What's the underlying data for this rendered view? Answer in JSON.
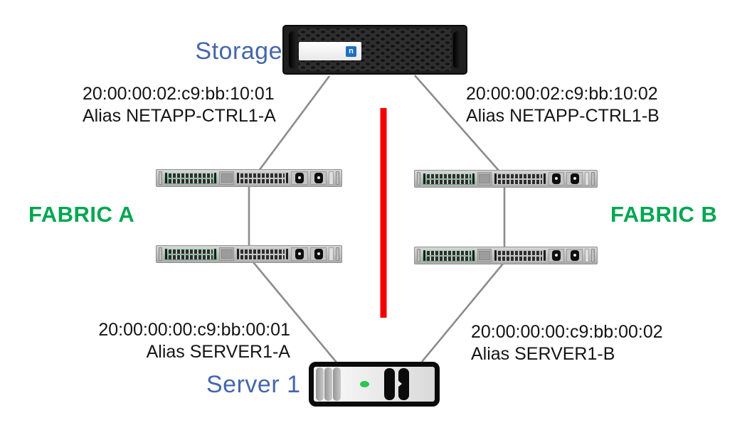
{
  "diagram": {
    "labels": {
      "storage": "Storage",
      "server": "Server 1",
      "fabric_a": "FABRIC A",
      "fabric_b": "FABRIC B"
    },
    "annotations": {
      "storage_a": {
        "wwpn": "20:00:00:02:c9:bb:10:01",
        "alias": "Alias NETAPP-CTRL1-A"
      },
      "storage_b": {
        "wwpn": "20:00:00:02:c9:bb:10:02",
        "alias": "Alias NETAPP-CTRL1-B"
      },
      "server_a": {
        "wwpn": "20:00:00:00:c9:bb:00:01",
        "alias": "Alias SERVER1-A"
      },
      "server_b": {
        "wwpn": "20:00:00:00:c9:bb:00:02",
        "alias": "Alias SERVER1-B"
      }
    },
    "icons": {
      "storage": "netapp-storage-array-image",
      "logo": "netapp-logo",
      "switch": "fc-switch-1u-image",
      "server": "rack-server-1u-image",
      "divider": "red-fabric-divider-line"
    },
    "connections": [
      {
        "from": "storage",
        "to": "fabric-a-switch-1"
      },
      {
        "from": "storage",
        "to": "fabric-b-switch-1"
      },
      {
        "from": "fabric-a-switch-1",
        "to": "fabric-a-switch-2"
      },
      {
        "from": "fabric-b-switch-1",
        "to": "fabric-b-switch-2"
      },
      {
        "from": "fabric-a-switch-2",
        "to": "server-1"
      },
      {
        "from": "fabric-b-switch-2",
        "to": "server-1"
      }
    ]
  },
  "colors": {
    "label_blue": "#4466ad",
    "fabric_green": "#00a651",
    "divider_red": "#f40000",
    "connector_gray": "#8c8c8c",
    "text_black": "#141414"
  }
}
